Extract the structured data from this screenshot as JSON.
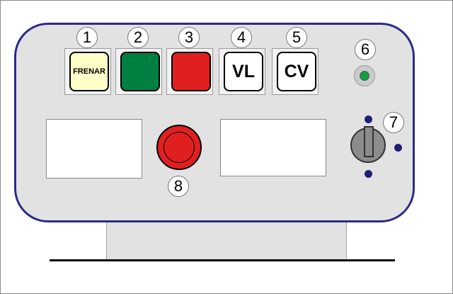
{
  "callouts": {
    "n1": "1",
    "n2": "2",
    "n3": "3",
    "n4": "4",
    "n5": "5",
    "n6": "6",
    "n7": "7",
    "n8": "8"
  },
  "buttons": {
    "brake": {
      "label": "FRENAR",
      "color": "#ffffc8"
    },
    "green": {
      "color": "#008040"
    },
    "red": {
      "color": "#e02020"
    },
    "vl": {
      "label": "VL",
      "color": "#ffffff"
    },
    "cv": {
      "label": "CV",
      "color": "#ffffff"
    }
  },
  "indicator": {
    "color": "#10a040"
  },
  "emergency_stop": {
    "color": "#e02020"
  },
  "colors": {
    "panel": "#e2e2e2",
    "panel_border": "#2b2b88",
    "key_dot": "#1f1f7a"
  }
}
